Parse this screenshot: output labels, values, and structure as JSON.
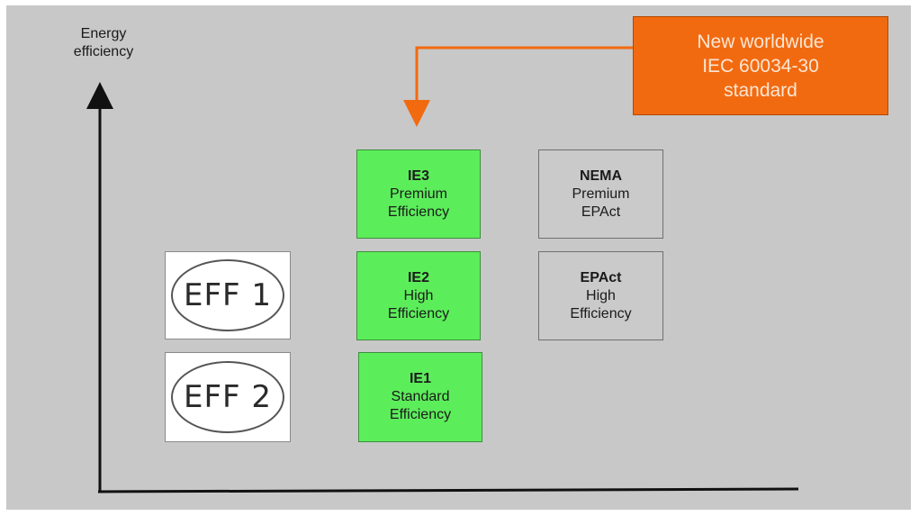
{
  "diagram": {
    "y_axis_title": [
      "Energy",
      "efficiency"
    ],
    "callout": {
      "lines": [
        "New worldwide",
        "IEC 60034-30",
        "standard"
      ],
      "color": "#f26a10"
    },
    "eu_labels": [
      {
        "text": "EFF 1"
      },
      {
        "text": "EFF 2"
      }
    ],
    "iec_classes": [
      {
        "code": "IE3",
        "line1": "Premium",
        "line2": "Efficiency"
      },
      {
        "code": "IE2",
        "line1": "High",
        "line2": "Efficiency"
      },
      {
        "code": "IE1",
        "line1": "Standard",
        "line2": "Efficiency"
      }
    ],
    "nema_classes": [
      {
        "code": "NEMA",
        "line1": "Premium",
        "line2": "EPAct"
      },
      {
        "code": "EPAct",
        "line1": "High",
        "line2": "Efficiency"
      }
    ],
    "colors": {
      "background": "#c8c8c8",
      "iec_box": "#5ced5b",
      "nema_box": "#cacaca",
      "arrow": "#f26a10"
    }
  }
}
